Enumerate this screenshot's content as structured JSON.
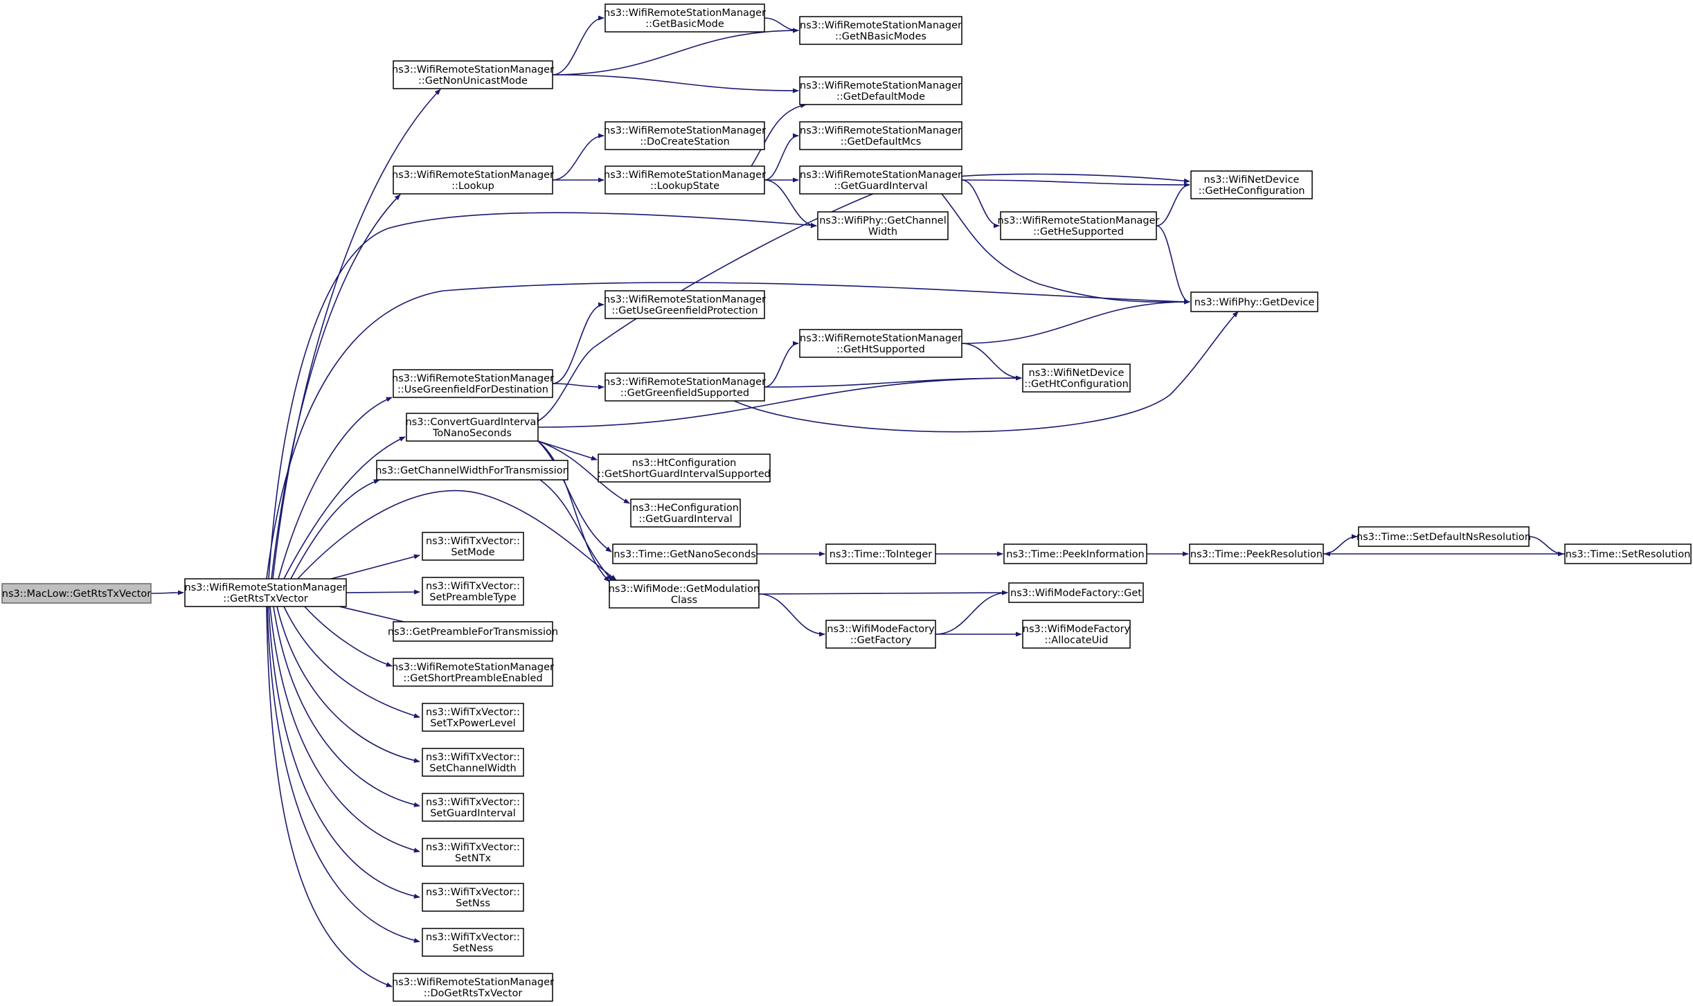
{
  "nodes": {
    "n00": [
      "ns3::MacLow::GetRtsTxVector"
    ],
    "n01": [
      "ns3::WifiRemoteStationManager",
      "::GetRtsTxVector"
    ],
    "n02": [
      "ns3::WifiRemoteStationManager",
      "::GetNonUnicastMode"
    ],
    "n03": [
      "ns3::WifiRemoteStationManager",
      "::GetBasicMode"
    ],
    "n04": [
      "ns3::WifiRemoteStationManager",
      "::GetNBasicModes"
    ],
    "n05": [
      "ns3::WifiRemoteStationManager",
      "::GetDefaultMode"
    ],
    "n06": [
      "ns3::WifiRemoteStationManager",
      "::Lookup"
    ],
    "n07": [
      "ns3::WifiRemoteStationManager",
      "::DoCreateStation"
    ],
    "n08": [
      "ns3::WifiRemoteStationManager",
      "::LookupState"
    ],
    "n09": [
      "ns3::WifiRemoteStationManager",
      "::GetDefaultMcs"
    ],
    "n10": [
      "ns3::WifiRemoteStationManager",
      "::GetGuardInterval"
    ],
    "n11": [
      "ns3::WifiNetDevice",
      "::GetHeConfiguration"
    ],
    "n12": [
      "ns3::WifiRemoteStationManager",
      "::GetHeSupported"
    ],
    "n13": [
      "ns3::WifiPhy::GetDevice"
    ],
    "n14": [
      "ns3::WifiPhy::GetChannel",
      "Width"
    ],
    "n15": [
      "ns3::WifiRemoteStationManager",
      "::GetUseGreenfieldProtection"
    ],
    "n16": [
      "ns3::WifiRemoteStationManager",
      "::UseGreenfieldForDestination"
    ],
    "n17": [
      "ns3::WifiRemoteStationManager",
      "::GetGreenfieldSupported"
    ],
    "n18": [
      "ns3::WifiRemoteStationManager",
      "::GetHtSupported"
    ],
    "n19": [
      "ns3::WifiNetDevice",
      "::GetHtConfiguration"
    ],
    "n20": [
      "ns3::ConvertGuardInterval",
      "ToNanoSeconds"
    ],
    "n21": [
      "ns3::HtConfiguration",
      "::GetShortGuardIntervalSupported"
    ],
    "n22": [
      "ns3::HeConfiguration",
      "::GetGuardInterval"
    ],
    "n23": [
      "ns3::Time::GetNanoSeconds"
    ],
    "n24": [
      "ns3::Time::ToInteger"
    ],
    "n25": [
      "ns3::Time::PeekInformation"
    ],
    "n26": [
      "ns3::Time::PeekResolution"
    ],
    "n27": [
      "ns3::Time::SetDefaultNsResolution"
    ],
    "n28": [
      "ns3::Time::SetResolution"
    ],
    "n29": [
      "ns3::GetChannelWidthForTransmission"
    ],
    "n30": [
      "ns3::WifiMode::GetModulation",
      "Class"
    ],
    "n31": [
      "ns3::WifiModeFactory::Get"
    ],
    "n32": [
      "ns3::WifiModeFactory",
      "::GetFactory"
    ],
    "n33": [
      "ns3::WifiModeFactory",
      "::AllocateUid"
    ],
    "n34": [
      "ns3::WifiTxVector::",
      "SetMode"
    ],
    "n35": [
      "ns3::WifiTxVector::",
      "SetPreambleType"
    ],
    "n36": [
      "ns3::GetPreambleForTransmission"
    ],
    "n37": [
      "ns3::WifiRemoteStationManager",
      "::GetShortPreambleEnabled"
    ],
    "n38": [
      "ns3::WifiTxVector::",
      "SetTxPowerLevel"
    ],
    "n39": [
      "ns3::WifiTxVector::",
      "SetChannelWidth"
    ],
    "n40": [
      "ns3::WifiTxVector::",
      "SetGuardInterval"
    ],
    "n41": [
      "ns3::WifiTxVector::",
      "SetNTx"
    ],
    "n42": [
      "ns3::WifiTxVector::",
      "SetNss"
    ],
    "n43": [
      "ns3::WifiTxVector::",
      "SetNess"
    ],
    "n44": [
      "ns3::WifiRemoteStationManager",
      "::DoGetRtsTxVector"
    ]
  },
  "edges": [
    [
      "n00",
      "n01"
    ],
    [
      "n01",
      "n02"
    ],
    [
      "n02",
      "n03"
    ],
    [
      "n02",
      "n04"
    ],
    [
      "n02",
      "n05"
    ],
    [
      "n03",
      "n04"
    ],
    [
      "n01",
      "n06"
    ],
    [
      "n06",
      "n07"
    ],
    [
      "n06",
      "n08"
    ],
    [
      "n08",
      "n05"
    ],
    [
      "n08",
      "n09"
    ],
    [
      "n08",
      "n10"
    ],
    [
      "n08",
      "n14"
    ],
    [
      "n10",
      "n11"
    ],
    [
      "n10",
      "n12"
    ],
    [
      "n10",
      "n13"
    ],
    [
      "n12",
      "n11"
    ],
    [
      "n12",
      "n13"
    ],
    [
      "n01",
      "n14"
    ],
    [
      "n01",
      "n13"
    ],
    [
      "n01",
      "n16"
    ],
    [
      "n16",
      "n15"
    ],
    [
      "n16",
      "n17"
    ],
    [
      "n17",
      "n18"
    ],
    [
      "n17",
      "n19"
    ],
    [
      "n17",
      "n13"
    ],
    [
      "n18",
      "n19"
    ],
    [
      "n18",
      "n13"
    ],
    [
      "n01",
      "n20"
    ],
    [
      "n20",
      "n11"
    ],
    [
      "n20",
      "n19"
    ],
    [
      "n20",
      "n21"
    ],
    [
      "n20",
      "n22"
    ],
    [
      "n20",
      "n23"
    ],
    [
      "n20",
      "n30"
    ],
    [
      "n23",
      "n24"
    ],
    [
      "n24",
      "n25"
    ],
    [
      "n25",
      "n26"
    ],
    [
      "n26",
      "n27"
    ],
    [
      "n27",
      "n28"
    ],
    [
      "n28",
      "n26"
    ],
    [
      "n01",
      "n29"
    ],
    [
      "n29",
      "n30"
    ],
    [
      "n01",
      "n30"
    ],
    [
      "n30",
      "n31"
    ],
    [
      "n30",
      "n32"
    ],
    [
      "n32",
      "n31"
    ],
    [
      "n32",
      "n33"
    ],
    [
      "n01",
      "n34"
    ],
    [
      "n01",
      "n35"
    ],
    [
      "n01",
      "n36"
    ],
    [
      "n01",
      "n37"
    ],
    [
      "n01",
      "n38"
    ],
    [
      "n01",
      "n39"
    ],
    [
      "n01",
      "n40"
    ],
    [
      "n01",
      "n41"
    ],
    [
      "n01",
      "n42"
    ],
    [
      "n01",
      "n43"
    ],
    [
      "n01",
      "n44"
    ]
  ],
  "colors": {
    "edge": "#191970",
    "root_fill": "#bfbfbf",
    "node_fill": "#ffffff"
  }
}
